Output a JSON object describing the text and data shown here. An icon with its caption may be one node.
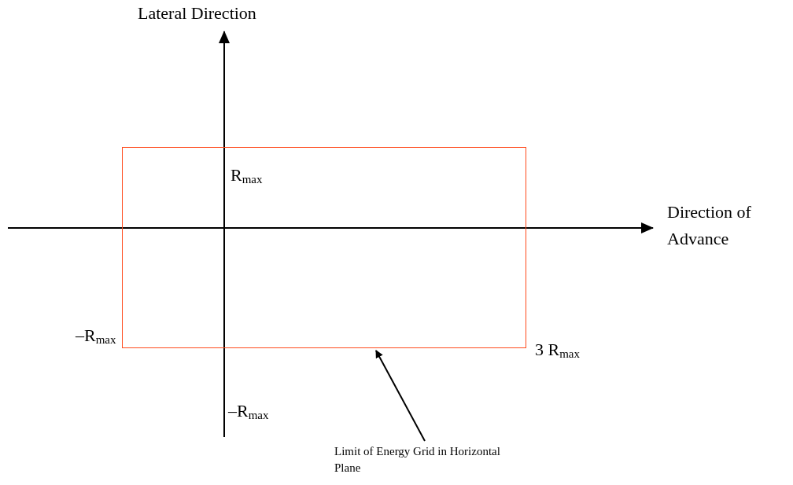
{
  "diagram": {
    "nodes": [
      {
        "text": [],
        "shape": "box"
      },
      {
        "text": [
          "Limit of Energy Grid in Horizontal Plane"
        ]
      }
    ],
    "edges": [
      {
        "from": 1,
        "to": 0,
        "arrow": "to"
      }
    ],
    "labels": [
      "Lateral Direction",
      "R$_{max}$",
      "Direction of Advance",
      "–R$_{max}$",
      "3 R$_{max}$",
      "–R$_{max}$"
    ]
  }
}
